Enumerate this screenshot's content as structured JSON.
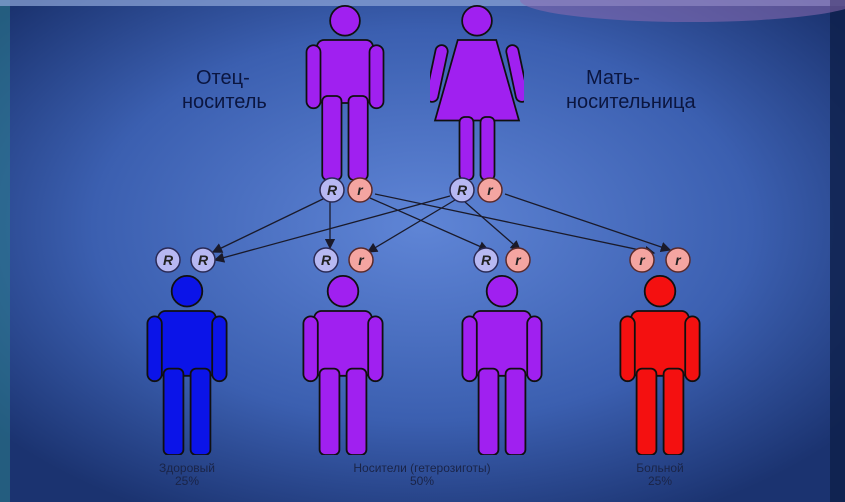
{
  "parents": {
    "father": {
      "line1": "Отец-",
      "line2": "носитель",
      "color": "#a020f0"
    },
    "mother": {
      "line1": "Мать-",
      "line2": "носительница",
      "color": "#a020f0"
    }
  },
  "alleles": {
    "dominant": "R",
    "recessive": "r",
    "dominant_fill": "#b7b8f2",
    "recessive_fill": "#f4a5a1"
  },
  "children": [
    {
      "genotype": [
        "R",
        "R"
      ],
      "color": "#0b14e8"
    },
    {
      "genotype": [
        "R",
        "r"
      ],
      "color": "#a020f0"
    },
    {
      "genotype": [
        "R",
        "r"
      ],
      "color": "#a020f0"
    },
    {
      "genotype": [
        "r",
        "r"
      ],
      "color": "#f41010"
    }
  ],
  "captions": {
    "healthy": {
      "line1": "Здоровый",
      "line2": "25%"
    },
    "carriers": {
      "line1": "Носители (гетерозиготы)",
      "line2": "50%"
    },
    "sick": {
      "line1": "Больной",
      "line2": "25%"
    }
  },
  "colors": {
    "background_center": "#5a7fd0",
    "background_edge": "#1b3370",
    "arrow": "#1a1a2a"
  }
}
